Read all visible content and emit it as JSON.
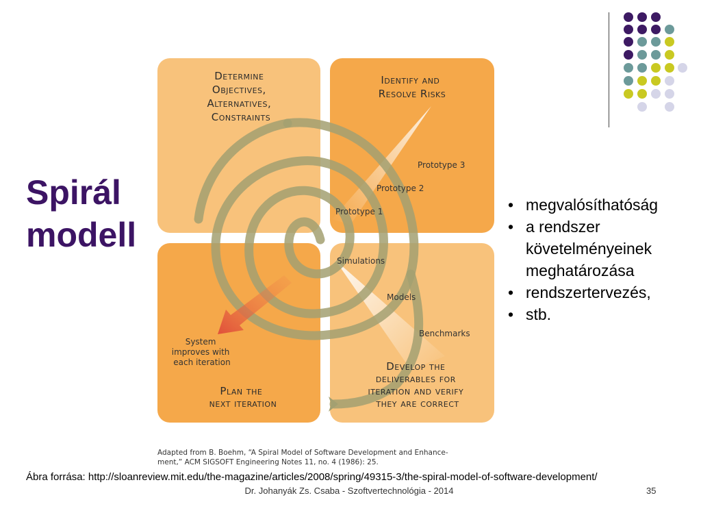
{
  "slide": {
    "title_line1": "Spirál",
    "title_line2": "modell",
    "bullets": [
      "megvalósíthatóság",
      "a rendszer követelményeinek meghatározása",
      "rendszertervezés,",
      "stb."
    ],
    "source": "Ábra forrása: http://sloanreview.mit.edu/the-magazine/articles/2008/spring/49315-3/the-spiral-model-of-software-development/",
    "footer": "Dr. Johanyák Zs. Csaba - Szoftvertechnológia - 2014",
    "page_number": "35"
  },
  "diagram": {
    "quadrants": {
      "q1": [
        "Determine",
        "Objectives,",
        "Alternatives,",
        "Constraints"
      ],
      "q2": [
        "Identify and",
        "Resolve Risks"
      ],
      "q3": [
        "Plan the",
        "next iteration"
      ],
      "q4": [
        "Develop the",
        "deliverables for",
        "iteration and verify",
        "they are correct"
      ]
    },
    "prototypes": [
      "Prototype 1",
      "Prototype 2",
      "Prototype 3"
    ],
    "steps": [
      "Simulations",
      "Models",
      "Benchmarks"
    ],
    "arrow_note": [
      "System",
      "improves with",
      "each iteration"
    ],
    "citation": [
      "Adapted from B. Boehm, “A Spiral Model of Software Development and Enhance-",
      "ment,” ACM SIGSOFT Engineering Notes 11, no. 4 (1986): 25."
    ],
    "colors": {
      "light_orange": "#f8c27b",
      "dark_orange": "#f5a84a",
      "spiral": "#a3a071",
      "arrow": "#e0503a"
    }
  },
  "decor": {
    "dot_colors": {
      "purple": "#3d1a63",
      "teal": "#6c9a9a",
      "yellow": "#c9c922",
      "lavender": "#d5d5e8"
    }
  }
}
